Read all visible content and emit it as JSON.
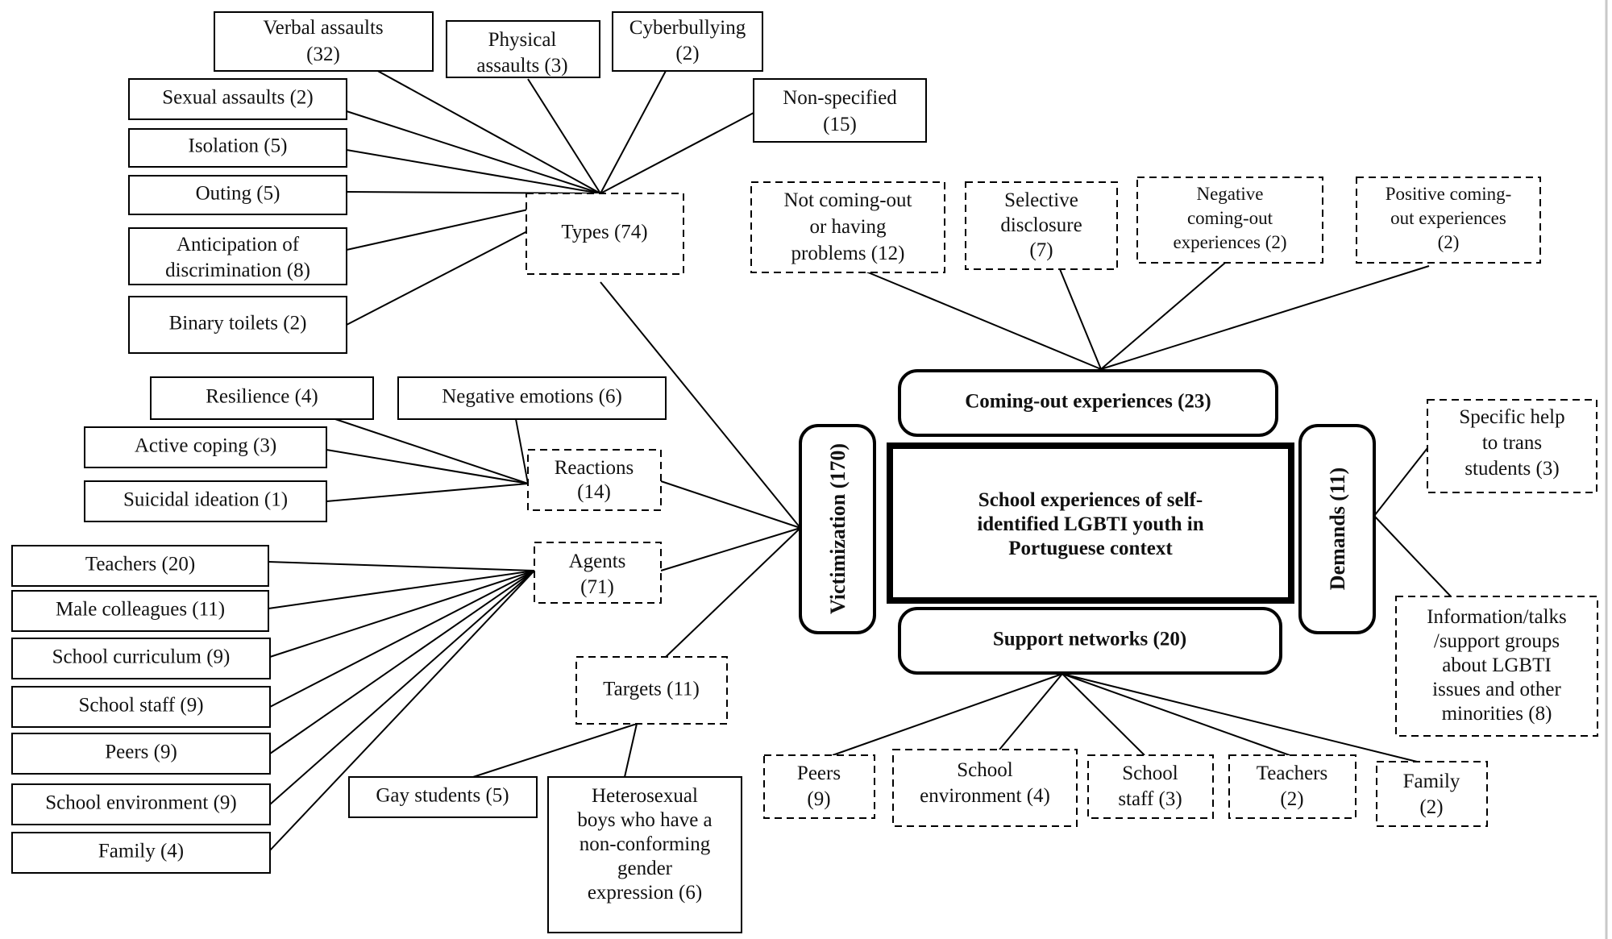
{
  "center": {
    "lines": [
      "School experiences of self-",
      "identified LGBTI youth in",
      "Portuguese context"
    ]
  },
  "themes": {
    "victimization": "Victimization (170)",
    "demands": "Demands (11)",
    "coming_out": "Coming-out experiences (23)",
    "support": "Support networks (20)"
  },
  "victimization_subs": {
    "types": [
      "Types (74)"
    ],
    "reactions": [
      "Reactions",
      "(14)"
    ],
    "agents": [
      "Agents",
      "(71)"
    ],
    "targets": [
      "Targets (11)"
    ]
  },
  "types_items": {
    "verbal": [
      "Verbal assaults",
      "(32)"
    ],
    "physical": [
      "Physical",
      "assaults (3)"
    ],
    "cyber": [
      "Cyberbullying",
      "(2)"
    ],
    "nonspec": [
      "Non-specified",
      "(15)"
    ],
    "sexual": [
      "Sexual assaults (2)"
    ],
    "isolation": [
      "Isolation (5)"
    ],
    "outing": [
      "Outing (5)"
    ],
    "anticipation": [
      "Anticipation of",
      "discrimination (8)"
    ],
    "toilets": [
      "Binary toilets (2)"
    ]
  },
  "reactions_items": {
    "resilience": [
      "Resilience (4)"
    ],
    "negative": [
      "Negative emotions (6)"
    ],
    "coping": [
      "Active coping (3)"
    ],
    "suicidal": [
      "Suicidal ideation (1)"
    ]
  },
  "agents_items": {
    "teachers": [
      "Teachers (20)"
    ],
    "male": [
      "Male colleagues (11)"
    ],
    "curriculum": [
      "School curriculum (9)"
    ],
    "staff": [
      "School staff (9)"
    ],
    "peers": [
      "Peers (9)"
    ],
    "environment": [
      "School environment (9)"
    ],
    "family": [
      "Family (4)"
    ]
  },
  "targets_items": {
    "gay": [
      "Gay students (5)"
    ],
    "hetero": [
      "Heterosexual",
      "boys who have a",
      "non-conforming",
      "gender",
      "expression (6)"
    ]
  },
  "coming_out_items": {
    "not": [
      "Not coming-out",
      "or having",
      "problems (12)"
    ],
    "selective": [
      "Selective",
      "disclosure",
      "(7)"
    ],
    "negative": [
      "Negative",
      "coming-out",
      "experiences (2)"
    ],
    "positive": [
      "Positive coming-",
      "out experiences",
      "(2)"
    ]
  },
  "demands_items": {
    "trans": [
      "Specific help",
      "to trans",
      "students (3)"
    ],
    "info": [
      "Information/talks",
      "/support groups",
      "about LGBTI",
      "issues and other",
      "minorities (8)"
    ]
  },
  "support_items": {
    "peers": [
      "Peers",
      "(9)"
    ],
    "environment": [
      "School",
      "environment (4)"
    ],
    "staff": [
      "School",
      "staff (3)"
    ],
    "teachers": [
      "Teachers",
      "(2)"
    ],
    "family": [
      "Family",
      "(2)"
    ]
  }
}
